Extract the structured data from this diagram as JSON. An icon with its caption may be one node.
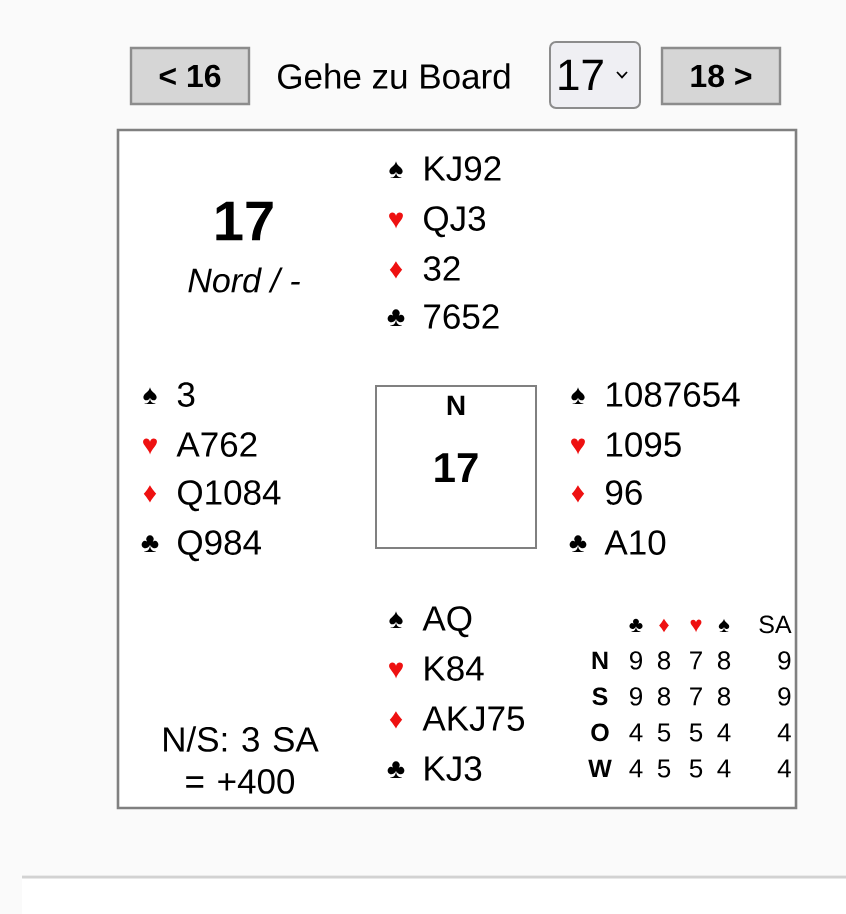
{
  "diagram": {
    "nodes": [
      {
        "text": [
          "< 16"
        ]
      },
      {
        "text": [
          "17"
        ]
      },
      {
        "text": [
          "18 >"
        ]
      },
      {
        "text": [],
        "shape": "box"
      },
      {
        "text": [
          "N",
          "17"
        ],
        "in": 3
      }
    ],
    "labels": [
      "Gehe zu Board",
      "17",
      "Nord / -",
      "♠",
      "KJ92",
      "♥",
      "QJ3",
      "♦",
      "32",
      "♣",
      "7652",
      "♠",
      "3",
      "♥",
      "A762",
      "♦",
      "Q1084",
      "♣",
      "Q984",
      "♠",
      "1087654",
      "♥",
      "1095",
      "♦",
      "96",
      "♣",
      "A10",
      "N/S: 3 SA = +400",
      "♠",
      "AQ",
      "♥",
      "K84",
      "♦",
      "AKJ75",
      "♣",
      "KJ3",
      "♣",
      "♦",
      "♥",
      "♠",
      "SA",
      "N",
      "9",
      "8",
      "7",
      "8",
      "9",
      "S",
      "9",
      "8",
      "7",
      "8",
      "9",
      "O",
      "4",
      "5",
      "5",
      "4",
      "4",
      "W",
      "4",
      "5",
      "5",
      "4",
      "4"
    ]
  }
}
